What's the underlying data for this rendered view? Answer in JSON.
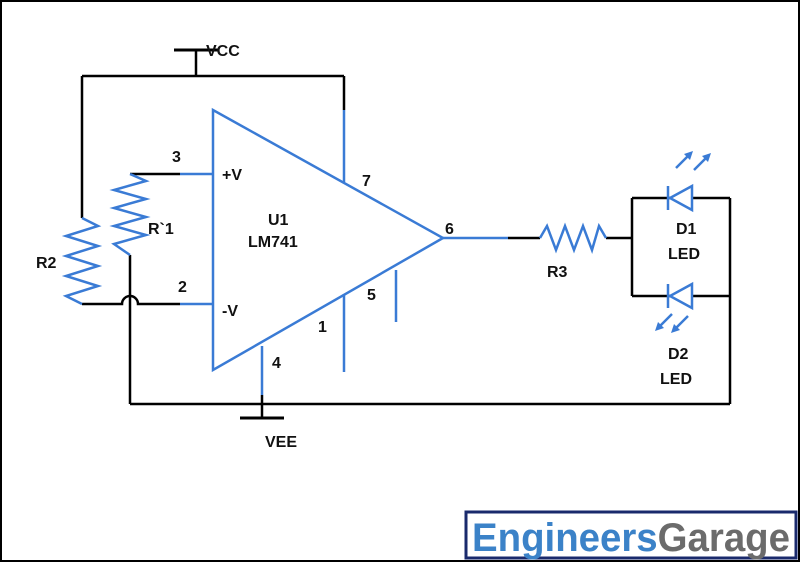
{
  "colors": {
    "wire": "#000000",
    "component": "#3a7bd5",
    "logo_blue": "#3b82c8",
    "logo_gray": "#6b6b6b",
    "logo_border": "#1a2a6c"
  },
  "labels": {
    "vcc": "VCC",
    "vee": "VEE",
    "u1": "U1",
    "part": "LM741",
    "plus_v": "+V",
    "minus_v": "-V",
    "pin3": "3",
    "pin2": "2",
    "pin7": "7",
    "pin6": "6",
    "pin5": "5",
    "pin1": "1",
    "pin4": "4",
    "r1": "R`1",
    "r2": "R2",
    "r3": "R3",
    "d1": "D1",
    "d1_type": "LED",
    "d2": "D2",
    "d2_type": "LED"
  },
  "logo": {
    "part1": "Engineers",
    "part2": "Garage"
  }
}
